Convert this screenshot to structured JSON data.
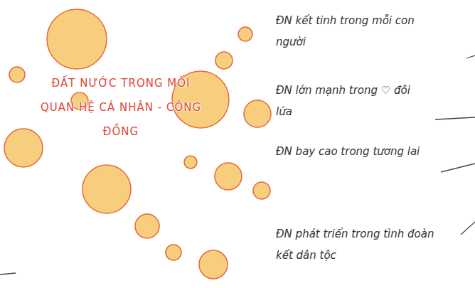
{
  "diagram": {
    "labels": [
      "ĐẤT NƯỚC TRONG MỐI QUAN HỆ CÁ NHÂN - CỘNG ĐỒNG",
      "ĐN kết tinh trong mỗi con người",
      "ĐN lớn mạnh trong ♡ đôi lứa",
      "ĐN bay cao trong tương lai",
      "ĐN phát triển trong tình đoàn kết dân tộc"
    ]
  }
}
